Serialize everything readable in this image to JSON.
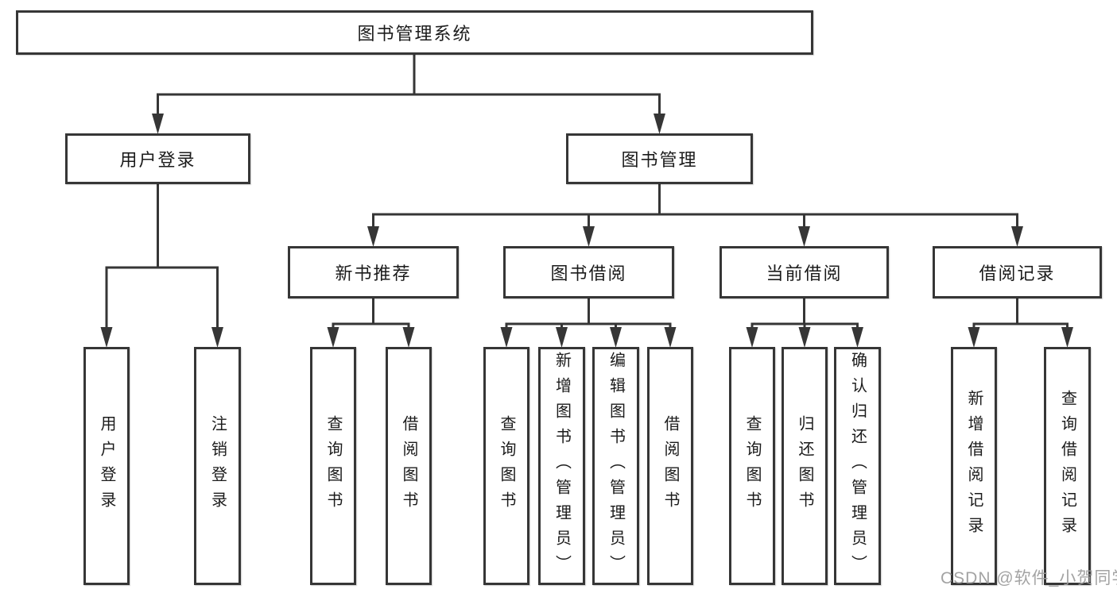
{
  "tree": {
    "root": {
      "label": "图书管理系统",
      "children": [
        {
          "label": "用户登录",
          "children": [
            {
              "label": "用户登录"
            },
            {
              "label": "注销登录"
            }
          ]
        },
        {
          "label": "图书管理",
          "children": [
            {
              "label": "新书推荐",
              "children": [
                {
                  "label": "查询图书"
                },
                {
                  "label": "借阅图书"
                }
              ]
            },
            {
              "label": "图书借阅",
              "children": [
                {
                  "label": "查询图书"
                },
                {
                  "label": "新增图书（管理员）"
                },
                {
                  "label": "编辑图书（管理员）"
                },
                {
                  "label": "借阅图书"
                }
              ]
            },
            {
              "label": "当前借阅",
              "children": [
                {
                  "label": "查询图书"
                },
                {
                  "label": "归还图书"
                },
                {
                  "label": "确认归还（管理员）"
                }
              ]
            },
            {
              "label": "借阅记录",
              "children": [
                {
                  "label": "新增借阅记录"
                },
                {
                  "label": "查询借阅记录"
                }
              ]
            }
          ]
        }
      ]
    }
  },
  "watermark": {
    "text": "CSDN @软件_小贺同学"
  },
  "colors": {
    "line": "#363636",
    "box_border": "#363636",
    "text": "#1b1b1b",
    "watermark": "#9b9b9b",
    "background": "#ffffff"
  }
}
